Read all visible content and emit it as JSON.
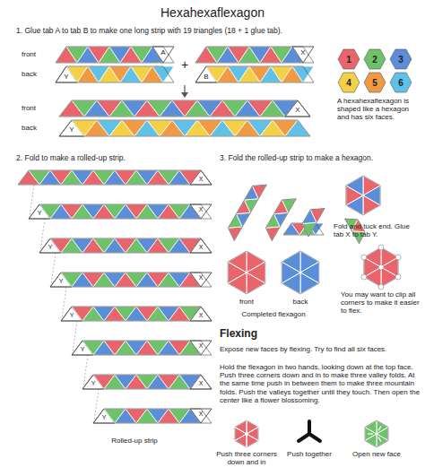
{
  "diagram": {
    "title": "Hexahexaflexagon",
    "nodes": [
      {
        "text": [
          "1"
        ]
      },
      {
        "text": [
          "2"
        ]
      },
      {
        "text": [
          "3"
        ]
      },
      {
        "text": [
          "4"
        ]
      },
      {
        "text": [
          "5"
        ]
      },
      {
        "text": [
          "6"
        ]
      }
    ],
    "labels": [
      "1. Glue tab A to tab B to make one long strip with 19 triangles (18 + 1 glue tab).",
      "front",
      "back",
      "A",
      "Y",
      "+",
      "X",
      "B",
      "front",
      "back",
      "X",
      "Y",
      "A hexahexaflexagon is shaped like a hexagon and has six faces.",
      "2. Fold to make a rolled-up strip.",
      "3. Fold the rolled-up strip to make a hexagon.",
      "X",
      "Y",
      "X",
      "Y",
      "X",
      "Y",
      "X",
      "Y",
      "X",
      "Y",
      "X",
      "Y",
      "X",
      "Y",
      "X",
      "Rolled-up strip",
      "Fold and tuck end. Glue tab X to tab Y.",
      "front",
      "back",
      "Completed flexagon",
      "You may want to clip all corners to make it easier to flex.",
      "Flexing",
      "Expose new faces by flexing. Try to find all six faces.",
      "Hold the flexagon in two hands, looking down at the top face. Push three corners down and in to make three valley folds. At the same time push in between them to make three mountain folds. Push the valleys together until they touch. Then open the center like a flower blossoming.",
      "Push three corners down and in",
      "Push together",
      "Open new face"
    ]
  }
}
